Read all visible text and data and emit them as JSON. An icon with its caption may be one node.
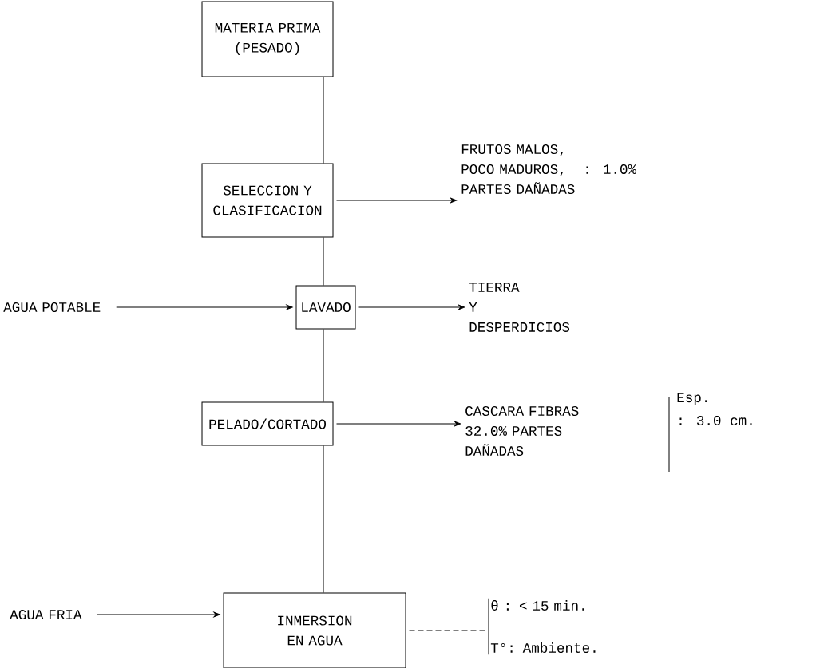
{
  "diagram": {
    "nodes": [
      {
        "text": [
          "MATERIA PRIMA (PESADO)"
        ]
      },
      {
        "text": [
          "SELECCION Y CLASIFICACION"
        ]
      },
      {
        "text": [
          "FRUTOS MALOS, POCO MADUROS, PARTES DAÑADAS"
        ],
        "beside": [
          ": 1.0%"
        ]
      },
      {
        "text": [
          "AGUA POTABLE"
        ]
      },
      {
        "text": [
          "LAVADO"
        ]
      },
      {
        "text": [
          "TIERRA Y DESPERDICIOS"
        ]
      },
      {
        "text": [
          "PELADO/CORTADO"
        ]
      },
      {
        "text": [
          "CASCARA FIBRAS 32.0% PARTES DAÑADAS"
        ]
      },
      {
        "text": [
          "AGUA FRIA"
        ]
      },
      {
        "text": [
          "INMERSION EN AGUA"
        ]
      },
      {
        "text": [
          "θ : < 15 min.",
          "T°: Ambiente."
        ]
      }
    ],
    "edges": [
      {
        "from": 0,
        "to": 1,
        "arrow": "none"
      },
      {
        "from": 1,
        "to": 2,
        "arrow": "to"
      },
      {
        "from": 1,
        "to": 4,
        "arrow": "none"
      },
      {
        "from": 3,
        "to": 4,
        "arrow": "to"
      },
      {
        "from": 4,
        "to": 5,
        "arrow": "to"
      },
      {
        "from": 4,
        "to": 6,
        "arrow": "none"
      },
      {
        "from": 6,
        "to": 7,
        "arrow": "to"
      },
      {
        "from": 6,
        "to": 9,
        "arrow": "none"
      },
      {
        "from": 8,
        "to": 9,
        "arrow": "to"
      },
      {
        "from": 9,
        "to": 10,
        "arrow": "none",
        "style": "dashed"
      }
    ],
    "labels": [
      "Esp.",
      ": 3.0 cm."
    ]
  }
}
